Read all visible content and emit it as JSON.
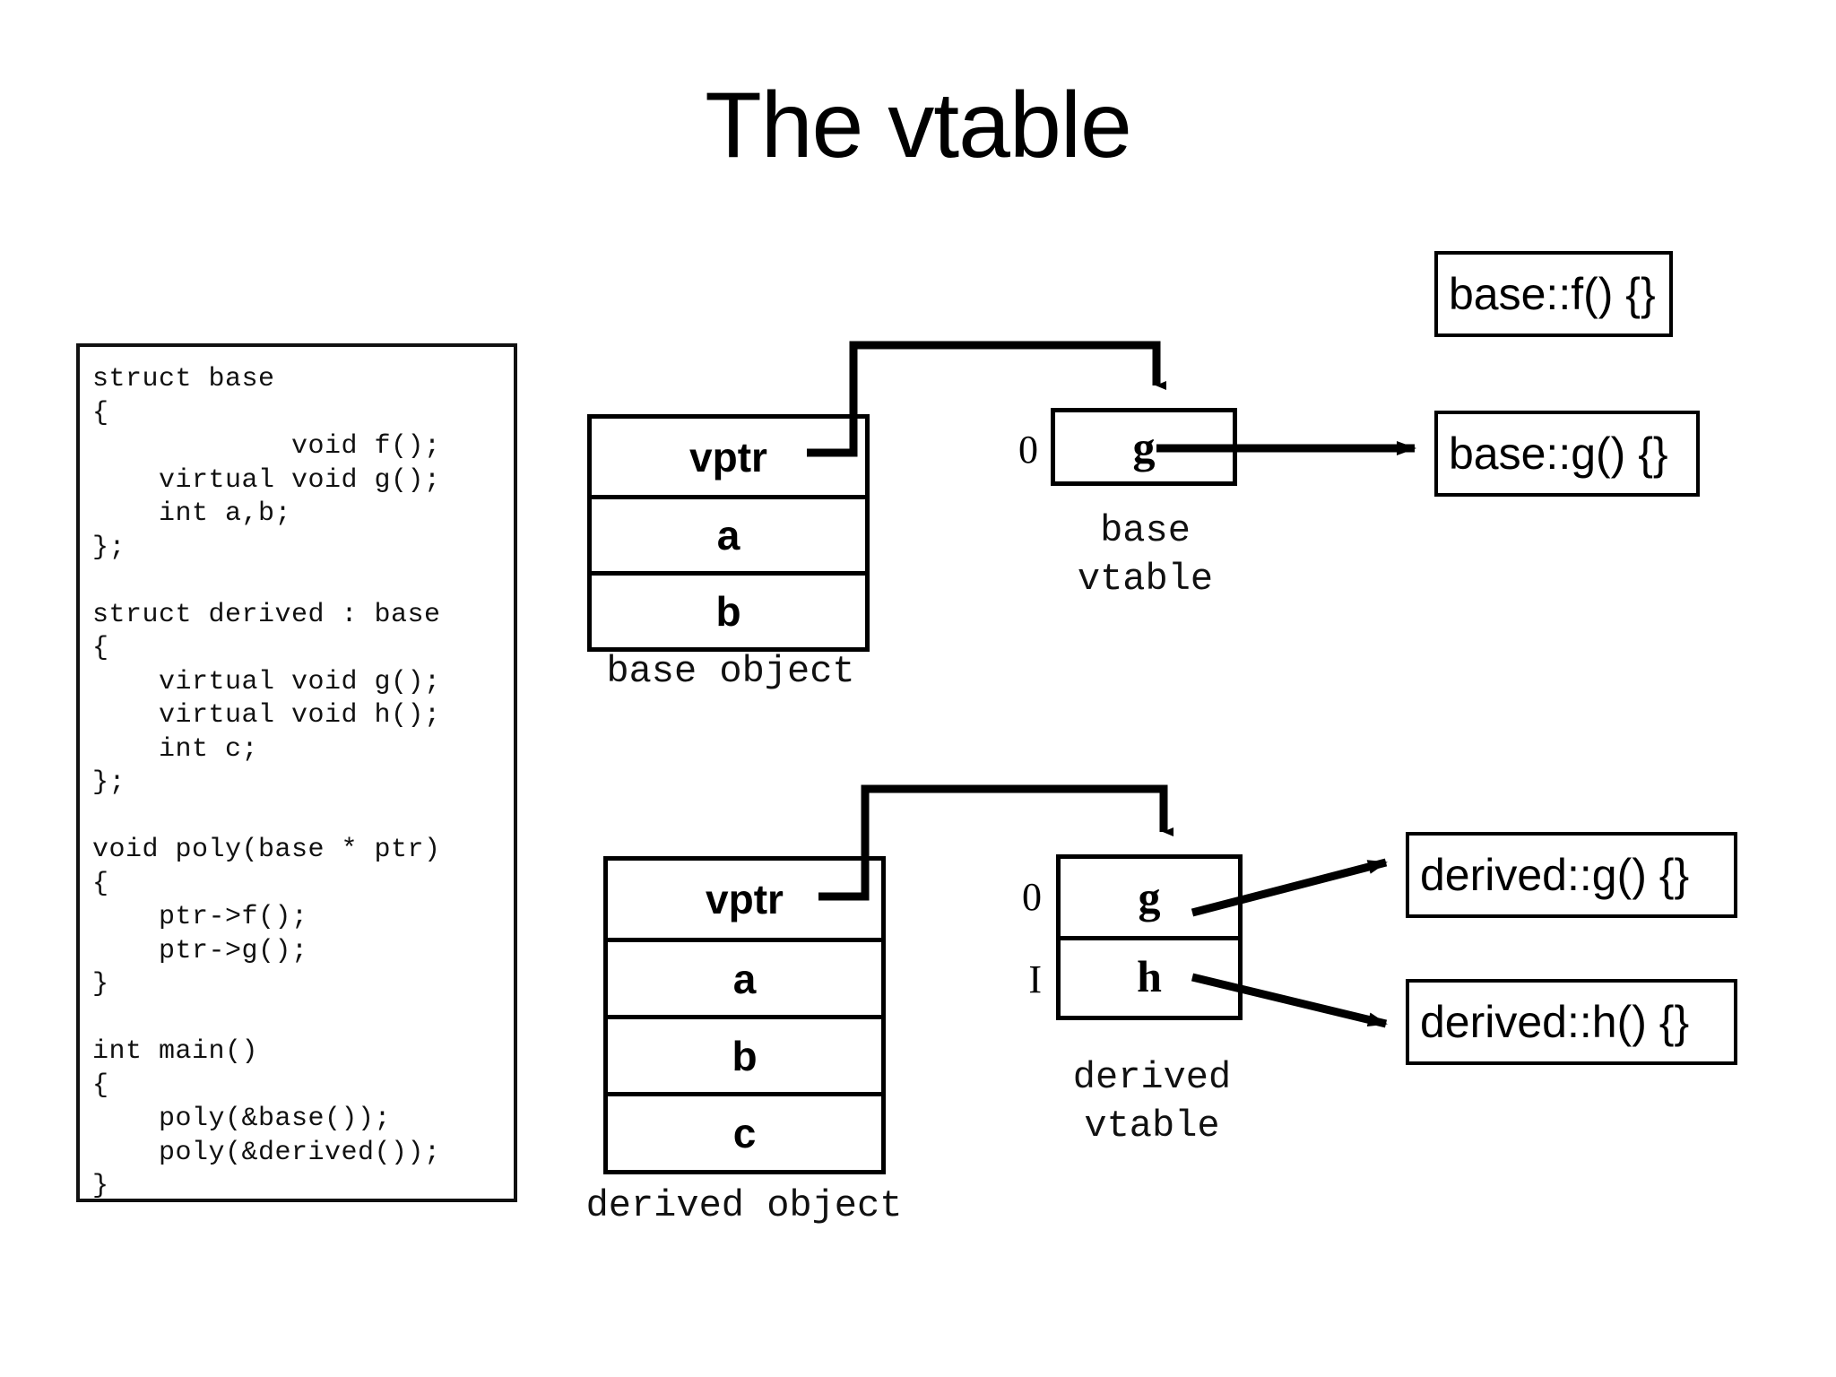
{
  "slide": {
    "title": "The vtable",
    "background": "#ffffff",
    "ink": "#000000"
  },
  "code_panel": {
    "language": "cpp",
    "lines": [
      "struct base",
      "{",
      "            void f();",
      "    virtual void g();",
      "    int a,b;",
      "};",
      "",
      "struct derived : base",
      "{",
      "    virtual void g();",
      "    virtual void h();",
      "    int c;",
      "};",
      "",
      "void poly(base * ptr)",
      "{",
      "    ptr->f();",
      "    ptr->g();",
      "}",
      "",
      "int main()",
      "{",
      "    poly(&base());",
      "    poly(&derived());",
      "}"
    ]
  },
  "base_object": {
    "caption": "base object",
    "rows": [
      {
        "label": "vptr"
      },
      {
        "label": "a"
      },
      {
        "label": "b"
      }
    ]
  },
  "base_vtable": {
    "caption_line1": "base",
    "caption_line2": "vtable",
    "rows": [
      {
        "index": "0",
        "label": "g"
      }
    ]
  },
  "derived_object": {
    "caption": "derived object",
    "rows": [
      {
        "label": "vptr"
      },
      {
        "label": "a"
      },
      {
        "label": "b"
      },
      {
        "label": "c"
      }
    ]
  },
  "derived_vtable": {
    "caption_line1": "derived",
    "caption_line2": "vtable",
    "rows": [
      {
        "index": "0",
        "label": "g"
      },
      {
        "index": "I",
        "label": "h"
      }
    ]
  },
  "functions": {
    "base_f": "base::f() {}",
    "base_g": "base::g() {}",
    "derived_g": "derived::g() {}",
    "derived_h": "derived::h() {}"
  }
}
